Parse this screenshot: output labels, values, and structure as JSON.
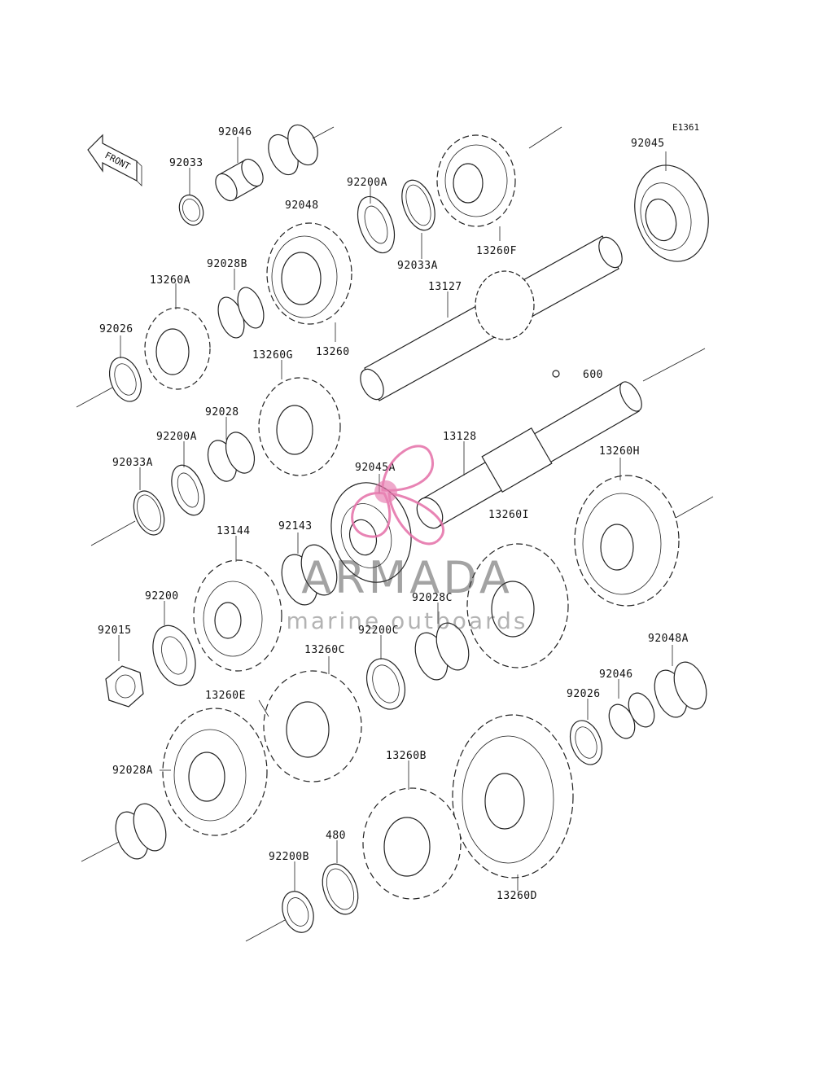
{
  "diagram": {
    "reference_code": "E1361",
    "direction_label": "FRONT",
    "parts": [
      {
        "id": "92046_top",
        "label": "92046"
      },
      {
        "id": "92033",
        "label": "92033"
      },
      {
        "id": "92048",
        "label": "92048"
      },
      {
        "id": "92200A_top",
        "label": "92200A"
      },
      {
        "id": "92033A_top",
        "label": "92033A"
      },
      {
        "id": "13260F",
        "label": "13260F"
      },
      {
        "id": "92045",
        "label": "92045"
      },
      {
        "id": "13260A",
        "label": "13260A"
      },
      {
        "id": "92028B",
        "label": "92028B"
      },
      {
        "id": "13127",
        "label": "13127"
      },
      {
        "id": "92026_left",
        "label": "92026"
      },
      {
        "id": "13260",
        "label": "13260"
      },
      {
        "id": "13260G",
        "label": "13260G"
      },
      {
        "id": "600",
        "label": "600"
      },
      {
        "id": "92028",
        "label": "92028"
      },
      {
        "id": "92200A_mid",
        "label": "92200A"
      },
      {
        "id": "13128",
        "label": "13128"
      },
      {
        "id": "92033A_mid",
        "label": "92033A"
      },
      {
        "id": "92045A",
        "label": "92045A"
      },
      {
        "id": "13260H",
        "label": "13260H"
      },
      {
        "id": "13260I",
        "label": "13260I"
      },
      {
        "id": "92143",
        "label": "92143"
      },
      {
        "id": "13144",
        "label": "13144"
      },
      {
        "id": "92200",
        "label": "92200"
      },
      {
        "id": "92028C",
        "label": "92028C"
      },
      {
        "id": "92015",
        "label": "92015"
      },
      {
        "id": "92200C",
        "label": "92200C"
      },
      {
        "id": "92048A",
        "label": "92048A"
      },
      {
        "id": "13260C",
        "label": "13260C"
      },
      {
        "id": "92046_right",
        "label": "92046"
      },
      {
        "id": "13260E",
        "label": "13260E"
      },
      {
        "id": "92026_right",
        "label": "92026"
      },
      {
        "id": "92028A",
        "label": "92028A"
      },
      {
        "id": "13260B",
        "label": "13260B"
      },
      {
        "id": "480",
        "label": "480"
      },
      {
        "id": "92200B",
        "label": "92200B"
      },
      {
        "id": "13260D",
        "label": "13260D"
      }
    ]
  },
  "watermark": {
    "brand": "ARMADA",
    "tagline": "marine outboards",
    "brand_color": "#3a3a3a",
    "accent_color": "#e56fa8"
  }
}
